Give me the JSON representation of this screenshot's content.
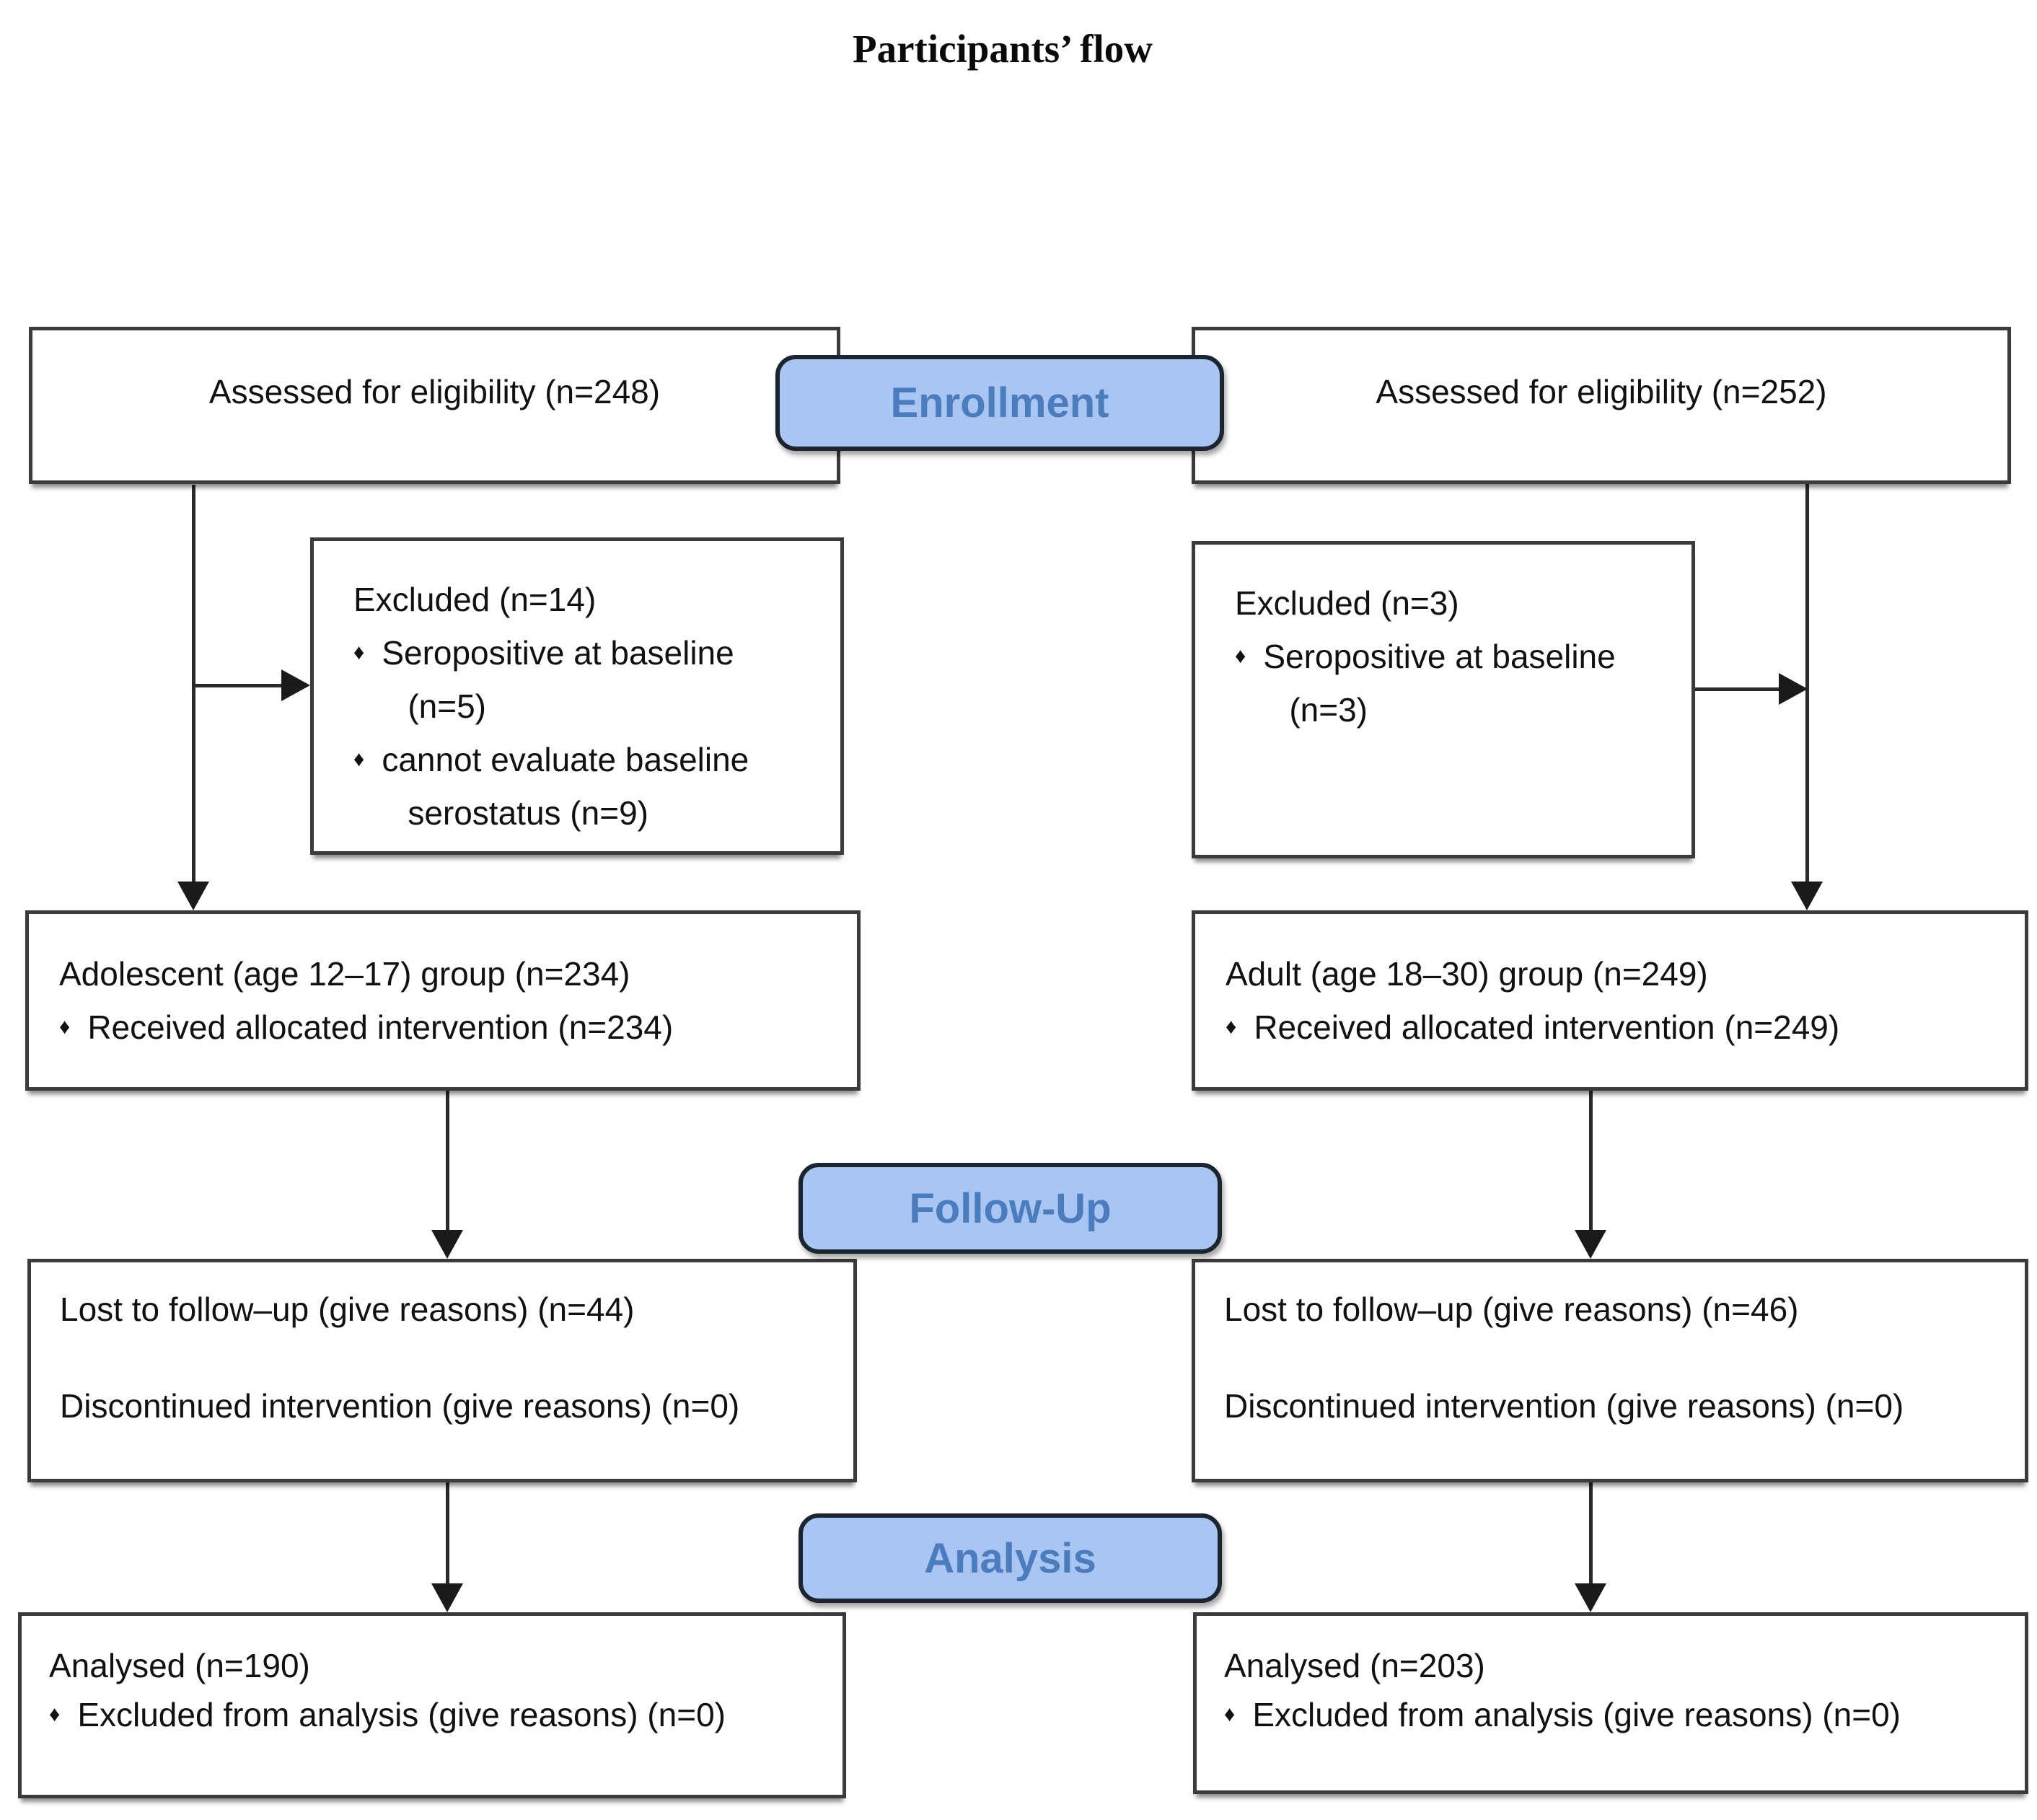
{
  "title": "Participants’ flow",
  "icons": {
    "bullet": "♦"
  },
  "colors": {
    "badge_fill": "#a8c6f1",
    "badge_border": "#1c2430",
    "badge_text": "#4a7cbe",
    "box_border": "#3b3b3b",
    "connector": "#2a2a2a"
  },
  "stages": {
    "enrollment": "Enrollment",
    "followup": "Follow-Up",
    "analysis": "Analysis"
  },
  "left": {
    "assessed": "Assessed for eligibility (n=248)",
    "excluded": {
      "header": "Excluded (n=14)",
      "items": [
        {
          "text": "Seropositive at baseline",
          "cont": "(n=5)"
        },
        {
          "text": "cannot evaluate baseline",
          "cont": "serostatus (n=9)"
        }
      ]
    },
    "allocated": {
      "header": "Adolescent (age 12–17) group (n=234)",
      "bullet": "Received allocated intervention (n=234)"
    },
    "followup": {
      "line1": "Lost to follow–up (give reasons) (n=44)",
      "line2": "Discontinued intervention (give reasons) (n=0)"
    },
    "analysed": {
      "header": "Analysed (n=190)",
      "bullet": "Excluded from analysis (give reasons) (n=0)"
    }
  },
  "right": {
    "assessed": "Assessed for eligibility (n=252)",
    "excluded": {
      "header": "Excluded (n=3)",
      "items": [
        {
          "text": "Seropositive at baseline",
          "cont": "(n=3)"
        }
      ]
    },
    "allocated": {
      "header": "Adult (age 18–30) group (n=249)",
      "bullet": "Received allocated intervention (n=249)"
    },
    "followup": {
      "line1": "Lost to follow–up (give reasons) (n=46)",
      "line2": "Discontinued intervention (give reasons) (n=0)"
    },
    "analysed": {
      "header": "Analysed (n=203)",
      "bullet": "Excluded from analysis (give reasons) (n=0)"
    }
  }
}
